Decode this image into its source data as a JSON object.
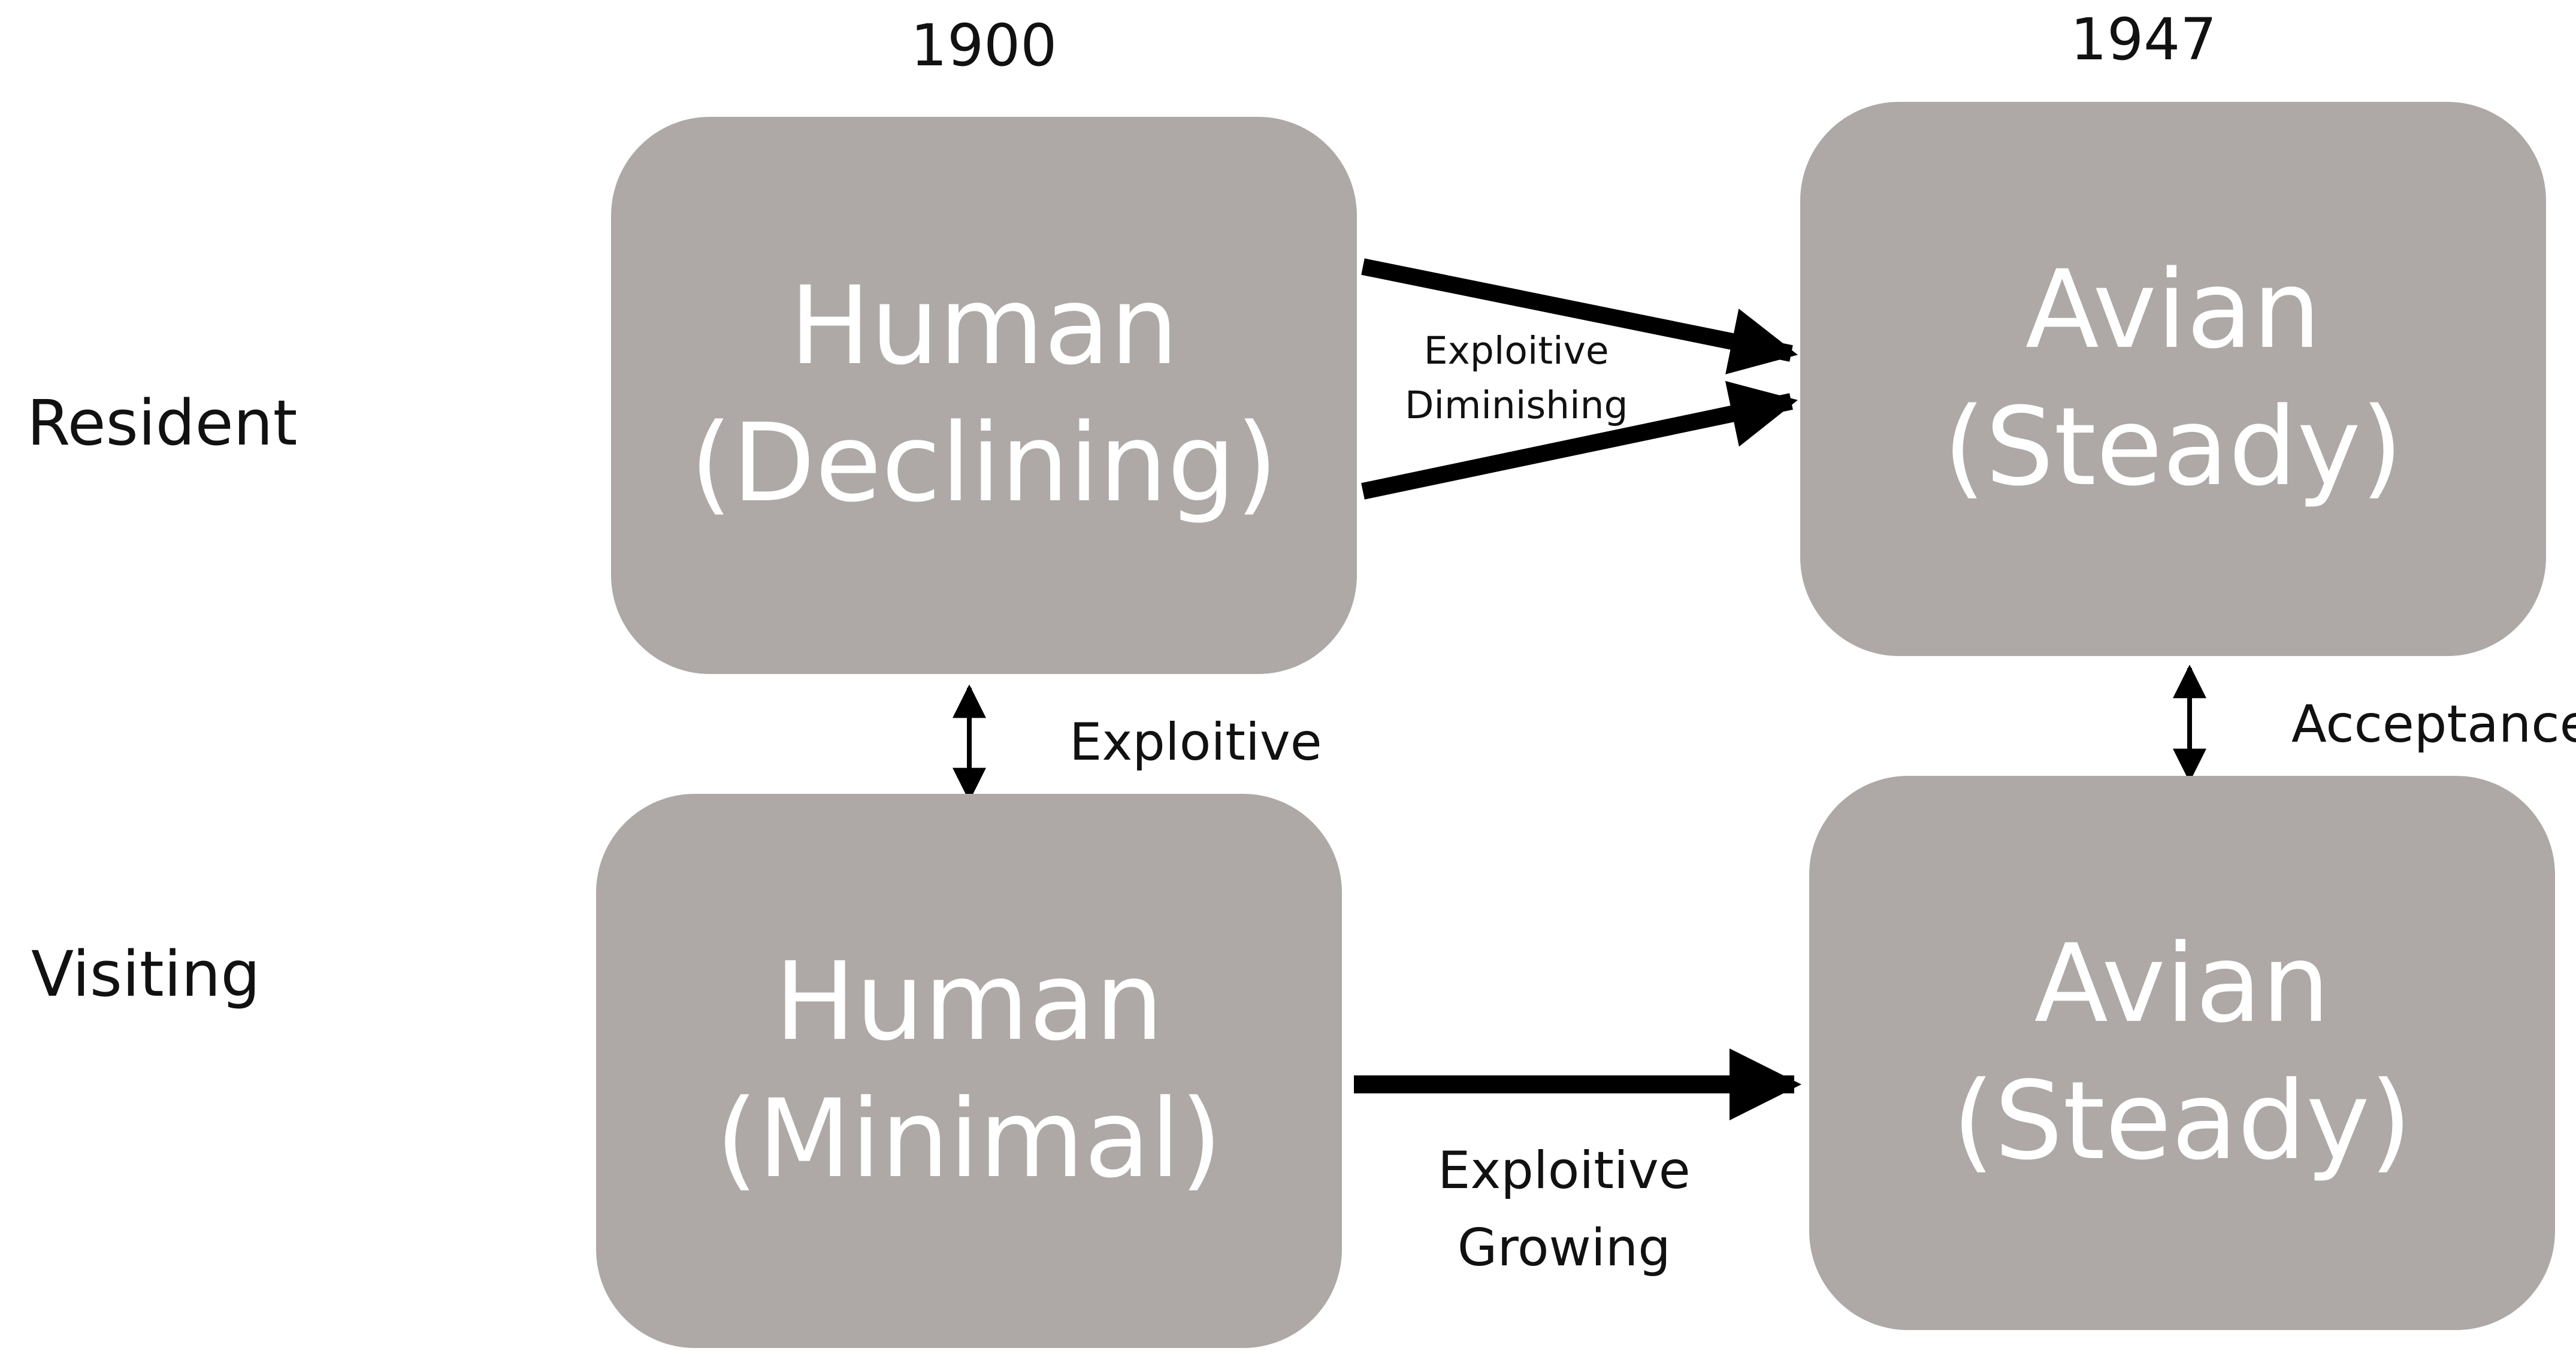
{
  "columns": {
    "left": "1900",
    "right": "1947"
  },
  "rows": {
    "top": "Resident",
    "bottom": "Visiting"
  },
  "nodes": {
    "human_resident": {
      "line1": "Human",
      "line2": "(Declining)"
    },
    "avian_resident": {
      "line1": "Avian",
      "line2": "(Steady)"
    },
    "human_visiting": {
      "line1": "Human",
      "line2": "(Minimal)"
    },
    "avian_visiting": {
      "line1": "Avian",
      "line2": "(Steady)"
    }
  },
  "edges": {
    "resident_link": {
      "line1": "Exploitive",
      "line2": "Diminishing"
    },
    "human_vertical": "Exploitive",
    "avian_vertical": "Acceptance",
    "visiting_link": {
      "line1": "Exploitive",
      "line2": "Growing"
    }
  },
  "colors": {
    "node_fill": "#aea9a6",
    "node_text": "#ffffff",
    "arrow": "#000000"
  }
}
